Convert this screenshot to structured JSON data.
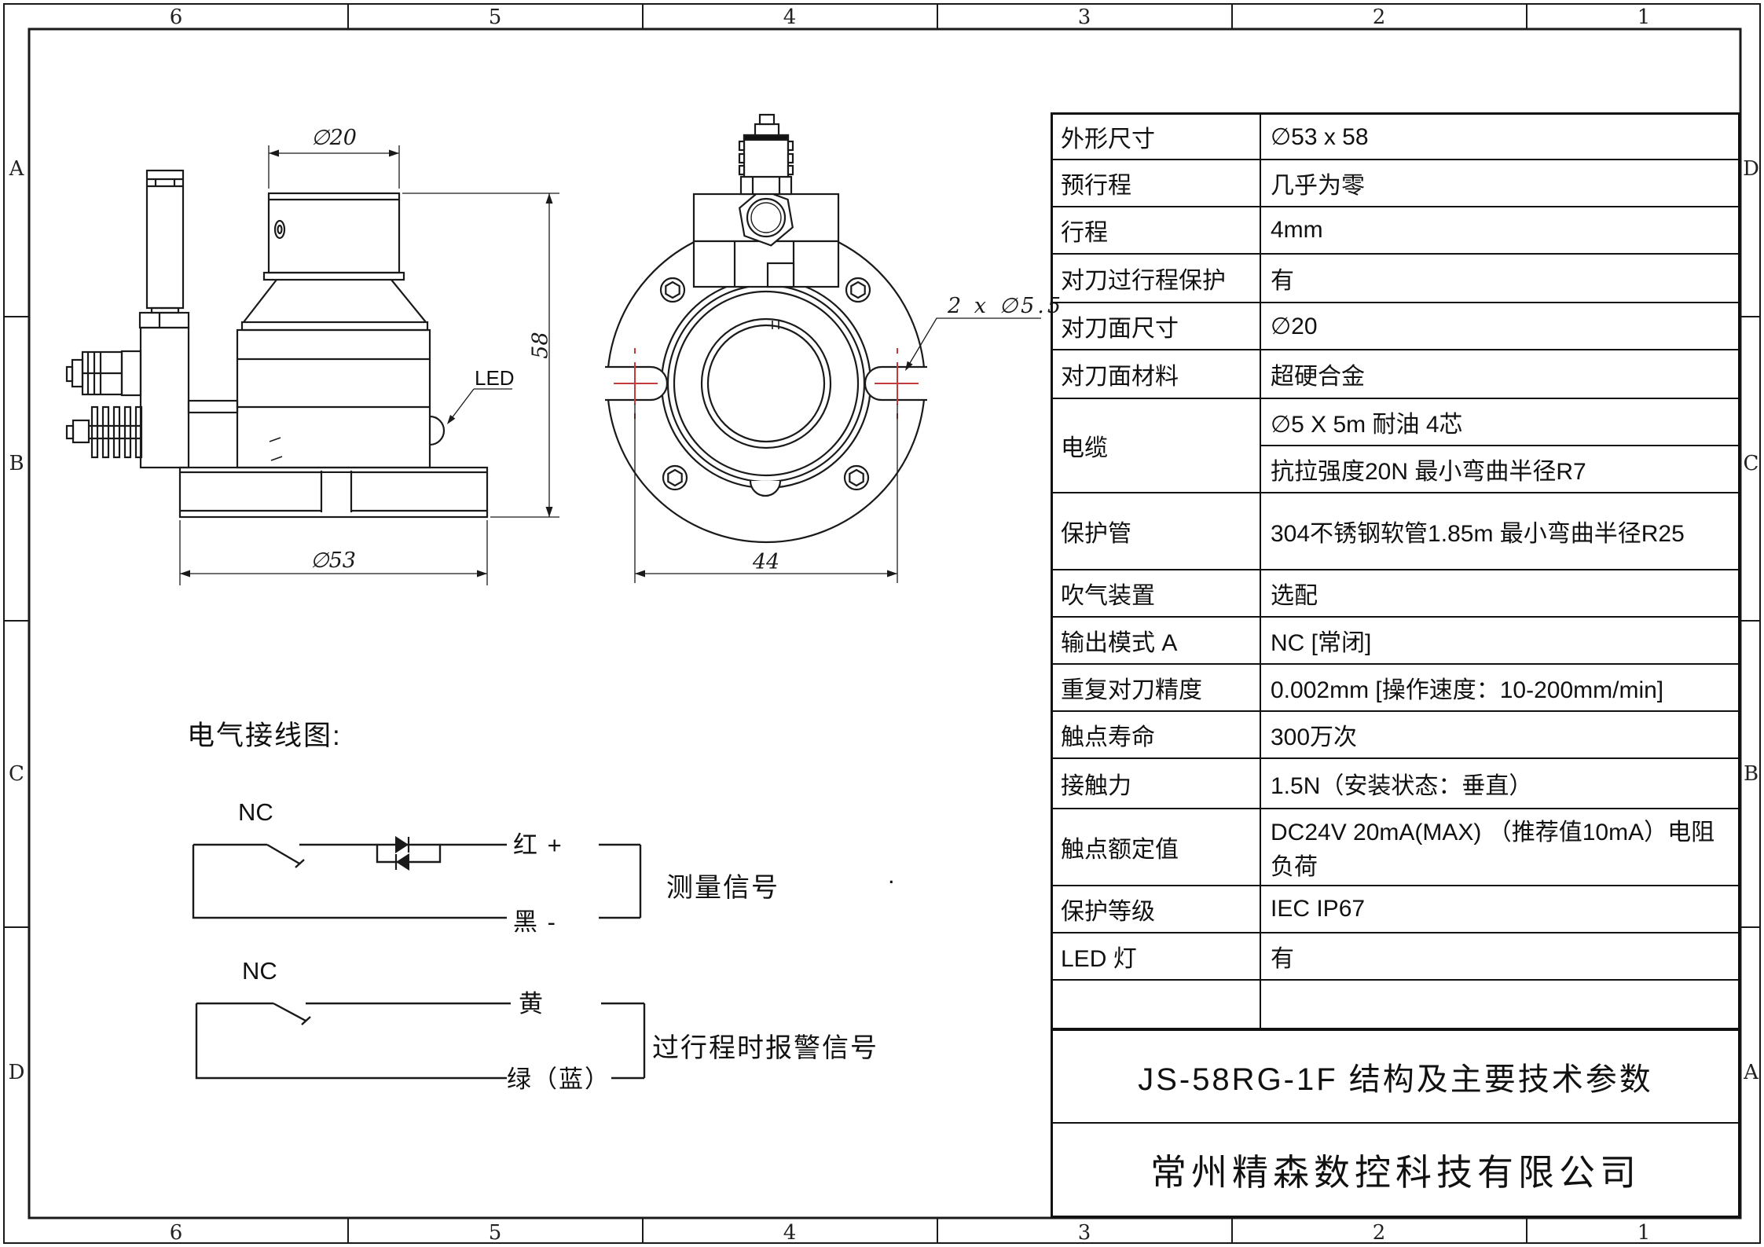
{
  "sheet": {
    "background": "#ffffff",
    "line_color": "#1a1a1a",
    "accent_red": "#c23b3b"
  },
  "border": {
    "top": [
      "6",
      "5",
      "4",
      "3",
      "2",
      "1"
    ],
    "bottom": [
      "6",
      "5",
      "4",
      "3",
      "2",
      "1"
    ],
    "left": [
      "A",
      "B",
      "C",
      "D"
    ],
    "right": [
      "D",
      "C",
      "B",
      "A"
    ]
  },
  "annotations": {
    "top_diameter": "∅20",
    "height": "58",
    "base_diameter": "∅53",
    "front_width": "44",
    "hole_callout": "2 x ∅5.5",
    "led": "LED"
  },
  "wiring": {
    "title": "电气接线图:",
    "nc1": "NC",
    "nc2": "NC",
    "red_plus": "红 +",
    "black_minus": "黑 -",
    "yellow": "黄",
    "green_blue": "绿（蓝）",
    "signal1": "测量信号",
    "signal2": "过行程时报警信号",
    "stray_dot": "."
  },
  "table": {
    "rows": [
      {
        "label": "外形尺寸",
        "value": "∅53 x 58"
      },
      {
        "label": "预行程",
        "value": "几乎为零"
      },
      {
        "label": "行程",
        "value": "4mm"
      },
      {
        "label": "对刀过行程保护",
        "value": "有"
      },
      {
        "label": "对刀面尺寸",
        "value": "∅20"
      },
      {
        "label": "对刀面材料",
        "value": "超硬合金"
      },
      {
        "label": "电缆",
        "value_line1": "∅5 X 5m 耐油 4芯",
        "value_line2": "抗拉强度20N 最小弯曲半径R7"
      },
      {
        "label": "保护管",
        "value": "304不锈钢软管1.85m 最小弯曲半径R25"
      },
      {
        "label": "吹气装置",
        "value": "选配"
      },
      {
        "label": "输出模式 A",
        "value": "NC [常闭]"
      },
      {
        "label": "重复对刀精度",
        "value": "0.002mm [操作速度：10-200mm/min]"
      },
      {
        "label": "触点寿命",
        "value": "300万次"
      },
      {
        "label": "接触力",
        "value": "1.5N（安装状态：垂直）"
      },
      {
        "label": "触点额定值",
        "value": "DC24V 20mA(MAX) （推荐值10mA）电阻负荷"
      },
      {
        "label": "保护等级",
        "value": "IEC IP67"
      },
      {
        "label": "LED 灯",
        "value": "有"
      }
    ],
    "title": "JS-58RG-1F 结构及主要技术参数",
    "company": "常州精森数控科技有限公司"
  }
}
